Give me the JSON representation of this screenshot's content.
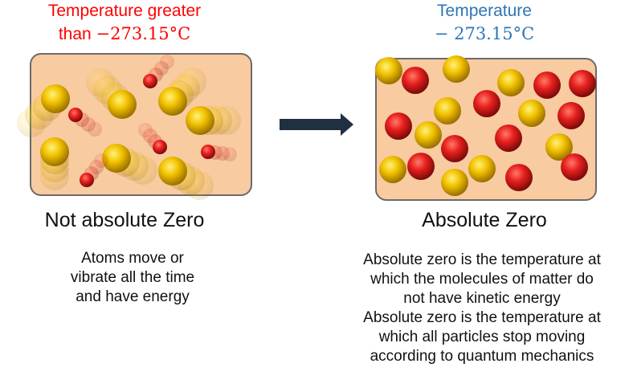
{
  "left_panel": {
    "header_line1": "Temperature greater",
    "header_line2_prefix": "than ",
    "header_line2_math": "−273.15°C",
    "header_color": "#ff0000",
    "title": "Not absolute Zero",
    "description": [
      "Atoms move or",
      "vibrate all the time",
      "and have energy"
    ]
  },
  "right_panel": {
    "header_line1": "Temperature",
    "header_line2_math": "− 273.15°C",
    "header_color": "#2e75b6",
    "title": "Absolute Zero",
    "description": [
      "Absolute zero is the temperature at",
      "which the molecules of matter do",
      "not have kinetic energy",
      "Absolute zero is the temperature at",
      "which all particles stop moving",
      "according to quantum mechanics"
    ]
  },
  "arrow": {
    "icon": "right-arrow-icon",
    "color": "#1f3040"
  },
  "colors": {
    "box_fill": "#f8cba0",
    "gold_atom": "#f2c200",
    "red_atom": "#e8201e"
  }
}
